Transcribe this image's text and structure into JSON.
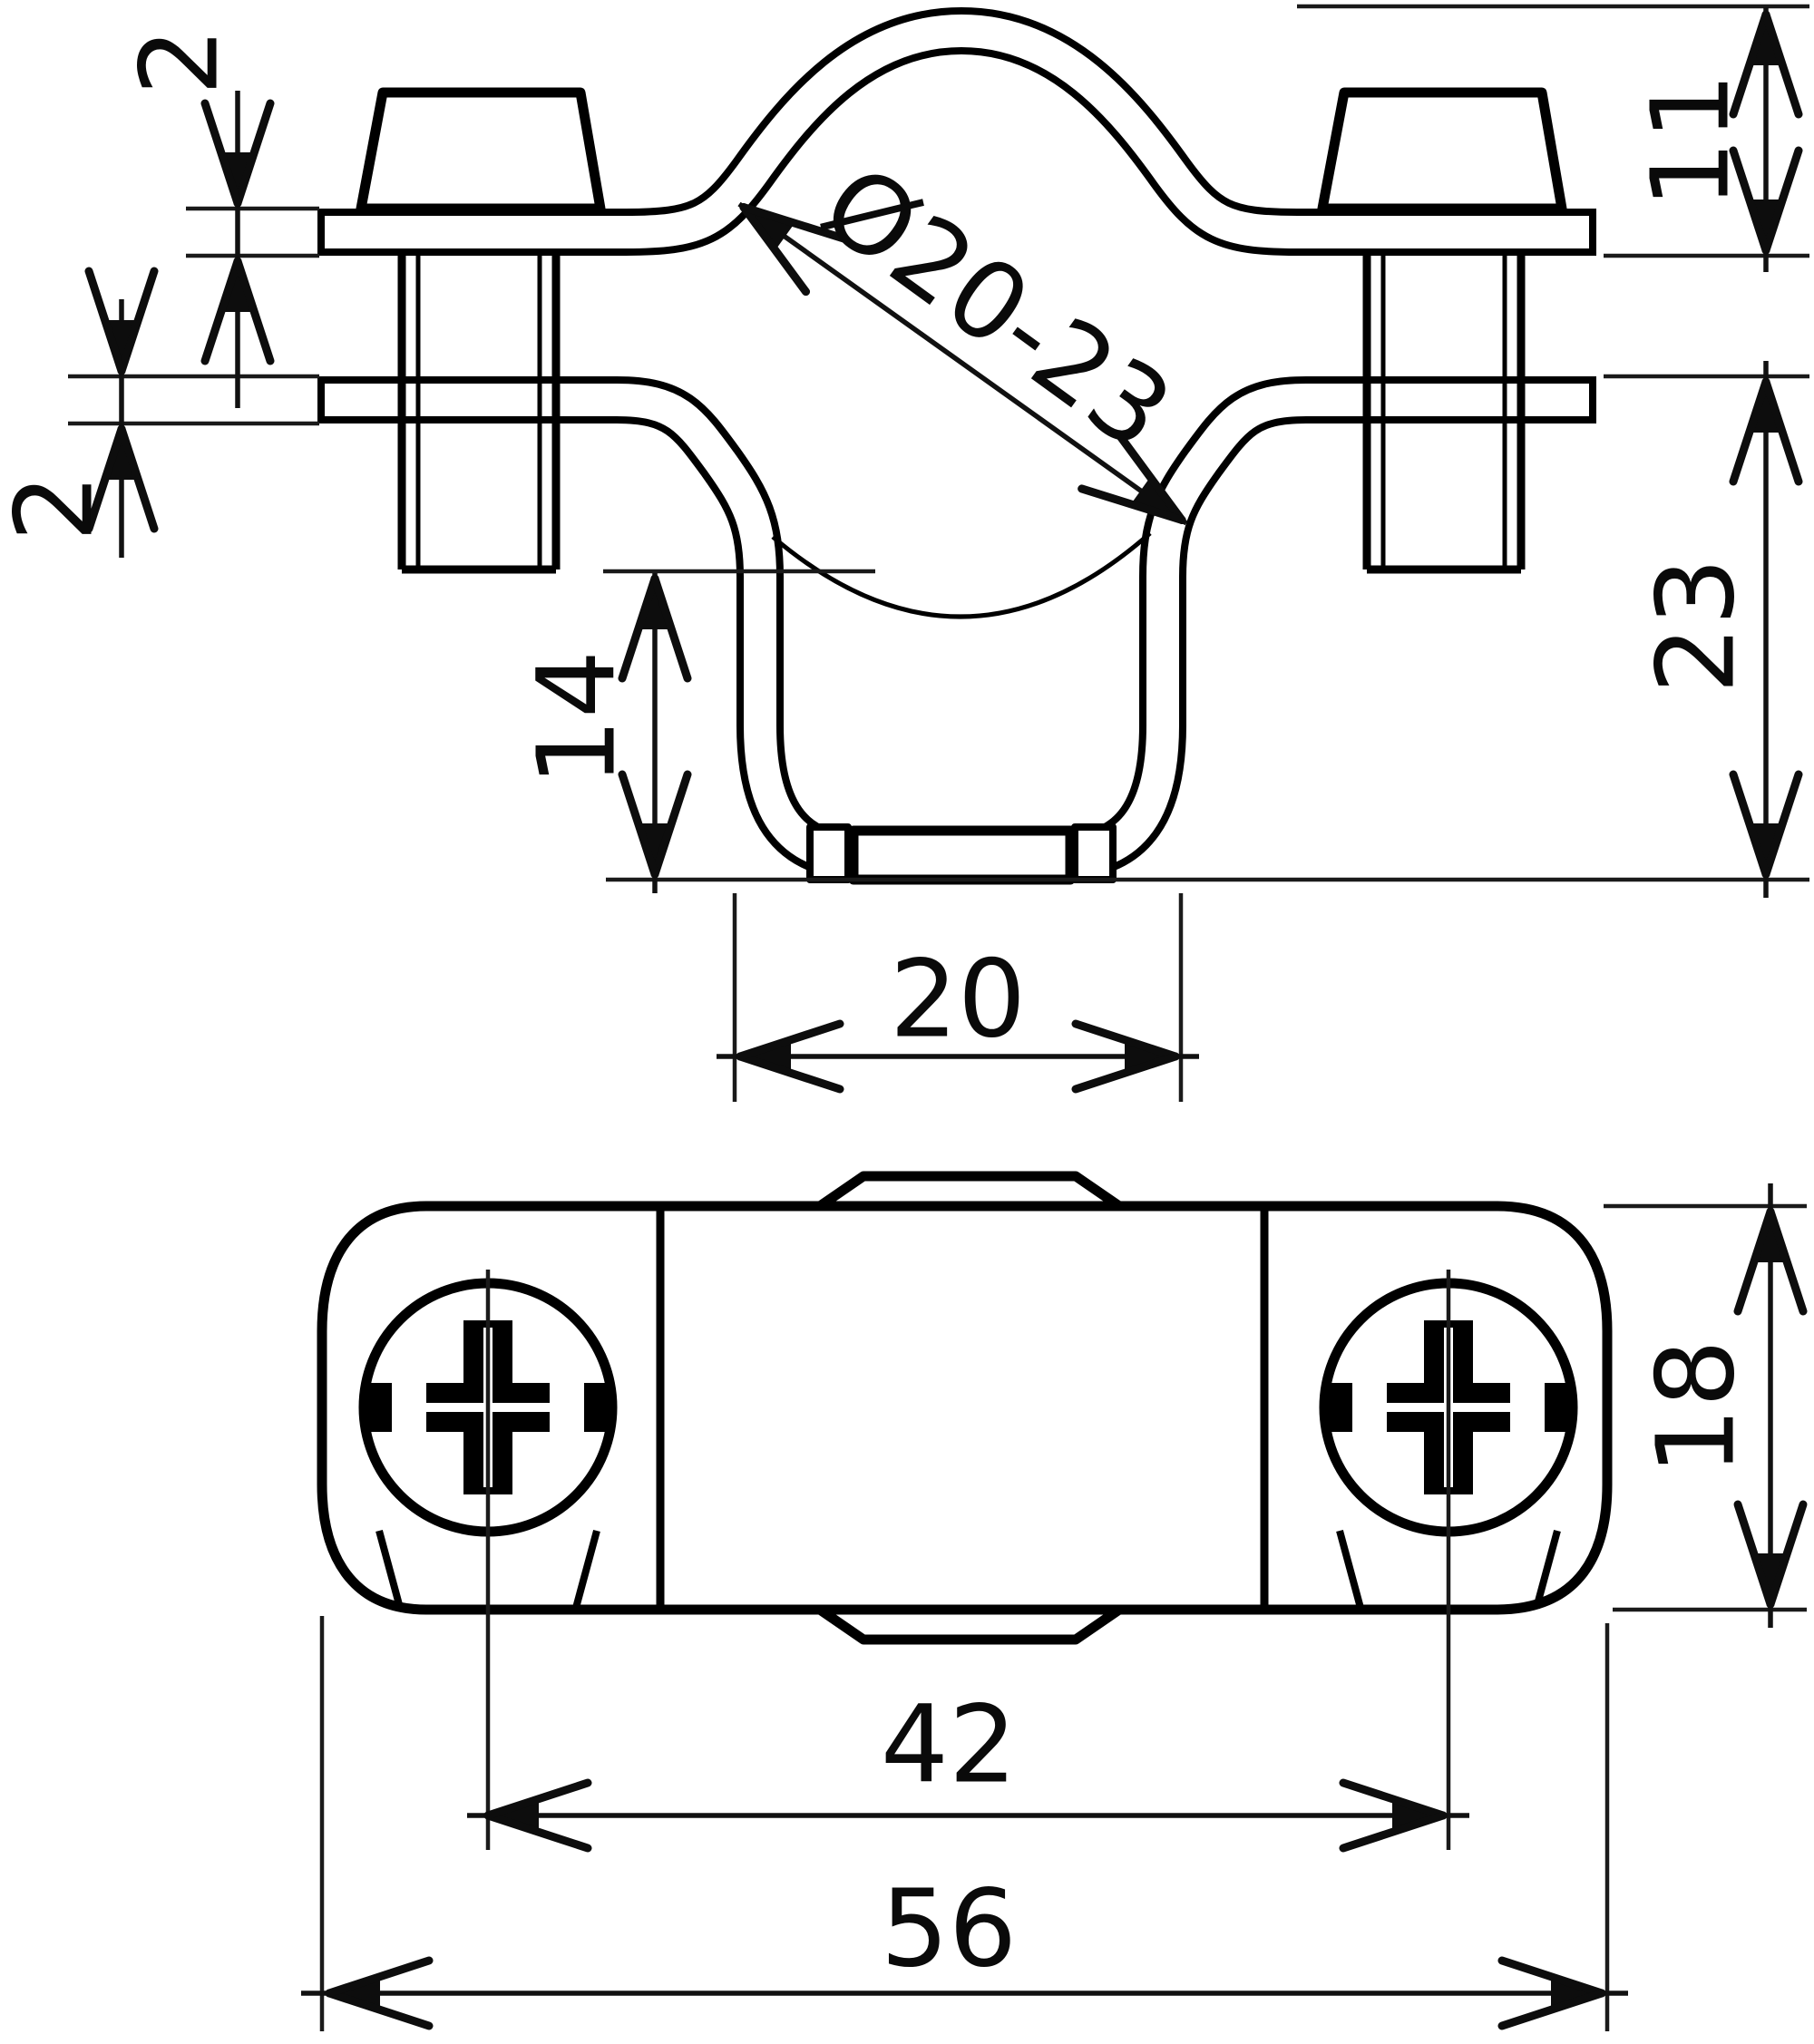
{
  "drawing": {
    "kind": "technical-drawing",
    "part": "pipe-clamp-two-views",
    "background": "#ffffff",
    "line_color": "#000000",
    "dims": {
      "top_plate_thickness": "2",
      "bottom_plate_thickness": "2",
      "diameter_range": "Ø20-23",
      "dome_height": "11",
      "clamp_depth": "23",
      "vee_depth": "14",
      "foot_width": "20",
      "body_width": "18",
      "hole_spacing": "42",
      "overall_length": "56"
    }
  }
}
